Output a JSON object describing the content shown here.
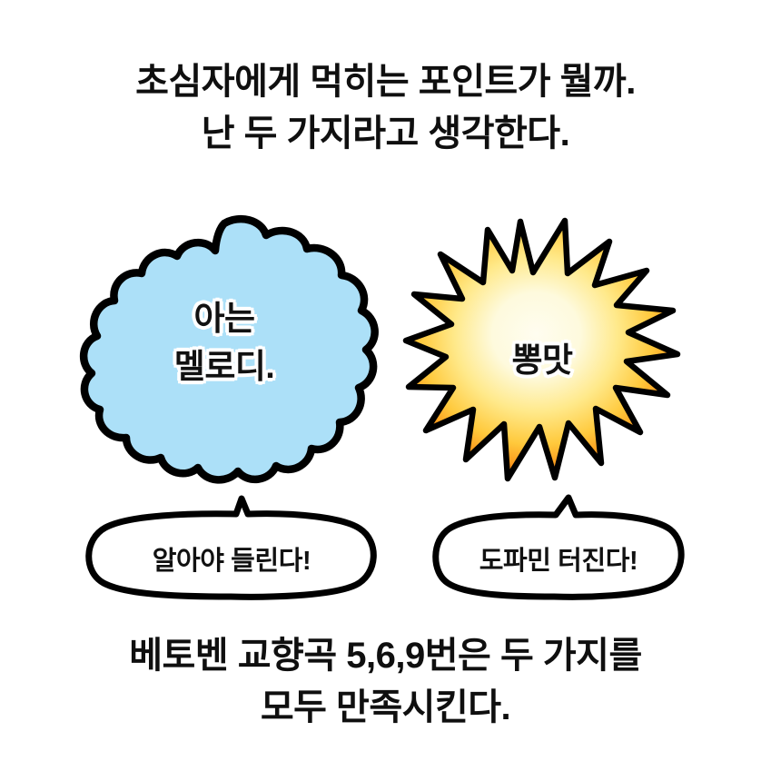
{
  "meta": {
    "background_color": "#ffffff",
    "text_color": "#111111",
    "outline_color": "#000000"
  },
  "caption_top": {
    "line1": "초심자에게 먹히는 포인트가 뭘까.",
    "line2": "난 두 가지라고 생각한다."
  },
  "caption_bottom": {
    "line1": "베토벤 교향곡 5,6,9번은 두 가지를",
    "line2": "모두 만족시킨다."
  },
  "cloud_bubble": {
    "shape": "cloud-scalloped",
    "fill_color": "#ace0f8",
    "stroke_color": "#000000",
    "line1": "아는",
    "line2": "멜로디."
  },
  "burst_bubble": {
    "shape": "starburst-spiky",
    "fill_center_color": "#fefce4",
    "fill_mid_color": "#ffd93d",
    "fill_edge_color": "#f77f14",
    "stroke_color": "#000000",
    "label": "뽕맛"
  },
  "caption_bubble_left": {
    "shape": "oval-speech-bubble",
    "fill_color": "#ffffff",
    "stroke_color": "#000000",
    "label": "알아야 들린다!"
  },
  "caption_bubble_right": {
    "shape": "oval-speech-bubble",
    "fill_color": "#ffffff",
    "stroke_color": "#000000",
    "label": "도파민 터진다!"
  }
}
